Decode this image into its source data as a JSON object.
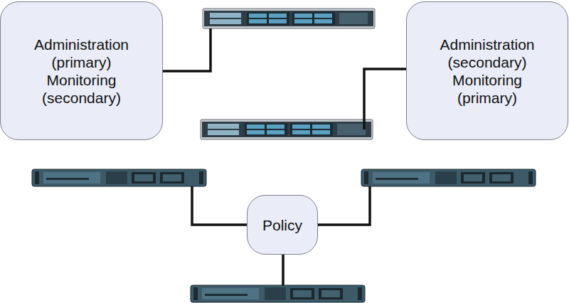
{
  "diagram": {
    "nodes": [
      {
        "text": [
          "Administration (primary) Monitoring (secondary)"
        ]
      },
      {
        "text": [
          "Administration (secondary) Monitoring (primary)"
        ]
      },
      {
        "text": [
          "Policy"
        ]
      }
    ]
  }
}
